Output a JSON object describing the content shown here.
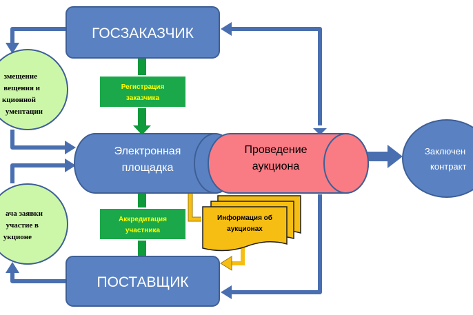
{
  "nodes": {
    "customer": {
      "label": "ГОСЗАКАЗЧИК"
    },
    "supplier": {
      "label": "ПОСТАВЩИК"
    },
    "platform": {
      "line1": "Электронная",
      "line2": "площадка"
    },
    "auction": {
      "line1": "Проведение",
      "line2": "аукциона"
    },
    "contract": {
      "line1": "Заключен",
      "line2": "контракт"
    },
    "docs": {
      "line1": "змещение",
      "line2": "вещения и",
      "line3": "кционной",
      "line4": "ументации"
    },
    "application": {
      "line1": "ача заявки",
      "line2": "участие в",
      "line3": "укционе"
    },
    "registration": {
      "line1": "Регистрация",
      "line2": "заказчика"
    },
    "accreditation": {
      "line1": "Аккредитация",
      "line2": "участника"
    },
    "info": {
      "line1": "Информация об",
      "line2": "аукционах"
    }
  },
  "colors": {
    "blue": "#5a82c2",
    "blue_stroke": "#3e5f96",
    "pink": "#f97b84",
    "light_green": "#ccf7a8",
    "dark_green": "#0f9a3b",
    "label_green": "#1aa84a",
    "yellow_text": "#ffff00",
    "gold": "#f6be13",
    "white_text": "#ffffff"
  }
}
